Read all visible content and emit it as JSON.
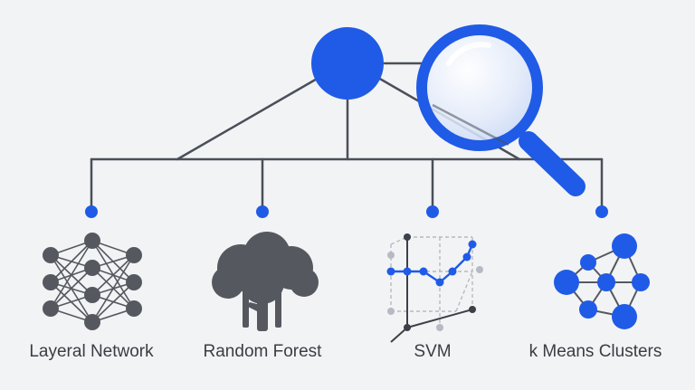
{
  "diagram": {
    "root_color": "#1f5be6",
    "line_color": "#4a5059",
    "dot_color": "#1f5be6",
    "icon_gray": "#55595f",
    "magnifier_icon": "magnifying-glass",
    "branches": [
      {
        "label": "Layeral Network",
        "icon": "neural-network-icon"
      },
      {
        "label": "Random Forest",
        "icon": "tree-icon"
      },
      {
        "label": "SVM",
        "icon": "svm-plot-icon"
      },
      {
        "label": "k Means Clusters",
        "icon": "cluster-graph-icon"
      }
    ]
  }
}
